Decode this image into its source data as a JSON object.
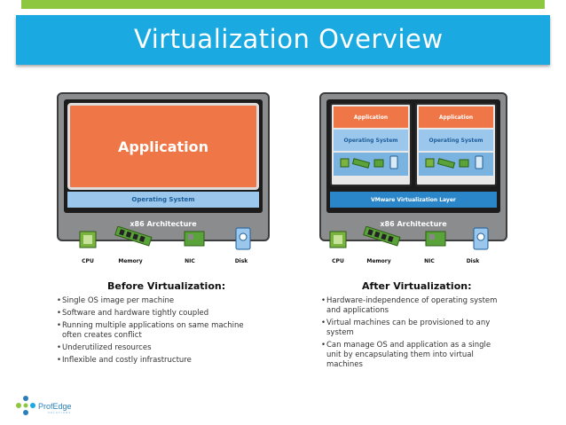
{
  "slide": {
    "title": "Virtualization Overview",
    "colors": {
      "top_bar": "#8dc63f",
      "title_bar": "#1ba9e1",
      "application": "#ef7646",
      "os": "#9cc7ec",
      "vmware": "#2a86c8"
    }
  },
  "before": {
    "application": "Application",
    "os": "Operating System",
    "arch": "x86 Architecture",
    "hardware": [
      "CPU",
      "Memory",
      "NIC",
      "Disk"
    ],
    "heading": "Before Virtualization:",
    "bullets": [
      "Single OS image per machine",
      "Software and hardware tightly coupled",
      "Running multiple applications on same machine often creates conflict",
      "Underutilized resources",
      "Inflexible and costly infrastructure"
    ]
  },
  "after": {
    "vms": [
      {
        "application": "Application",
        "os": "Operating System"
      },
      {
        "application": "Application",
        "os": "Operating System"
      }
    ],
    "vmware_layer": "VMware Virtualization Layer",
    "arch": "x86 Architecture",
    "hardware": [
      "CPU",
      "Memory",
      "NIC",
      "Disk"
    ],
    "heading": "After Virtualization:",
    "bullets": [
      "Hardware-independence of operating system and applications",
      "Virtual machines can be provisioned to any system",
      "Can manage OS and application as a single unit by encapsulating them into virtual machines"
    ]
  },
  "logo": {
    "text": "ProfEdge",
    "subtext": "SOLUTIONS",
    "icon": "profedge-logo-icon"
  }
}
